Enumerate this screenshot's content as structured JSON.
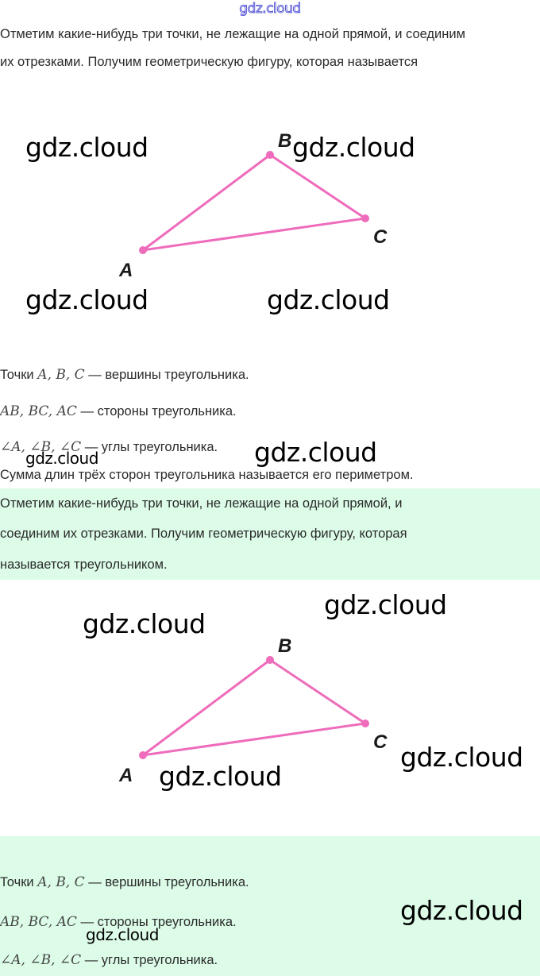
{
  "watermark": "gdz.cloud",
  "intro": [
    "Отметим какие-нибудь три точки, не лежащие на одной прямой, и соединим",
    "их отрезками. Получим геометрическую фигуру, которая называется"
  ],
  "figure": {
    "labels": {
      "a": "A",
      "b": "B",
      "c": "C"
    },
    "color": "#ee6cbb"
  },
  "vertices": {
    "math": "A,  B,  C",
    "text": "— вершины треугольника.",
    "prefix": "Точки"
  },
  "sides": {
    "math": "AB,  BC,  AC",
    "text": "— стороны треугольника."
  },
  "angles": {
    "math": "∠A,  ∠B,  ∠C",
    "text": "— углы треугольника."
  },
  "perimeter": "Сумма длин трёх сторон треугольника называется его периметром.",
  "definition": [
    "Отметим какие-нибудь три точки, не лежащие на одной прямой, и",
    "соединим их отрезками. Получим геометрическую фигуру, которая",
    "называется треугольником."
  ]
}
